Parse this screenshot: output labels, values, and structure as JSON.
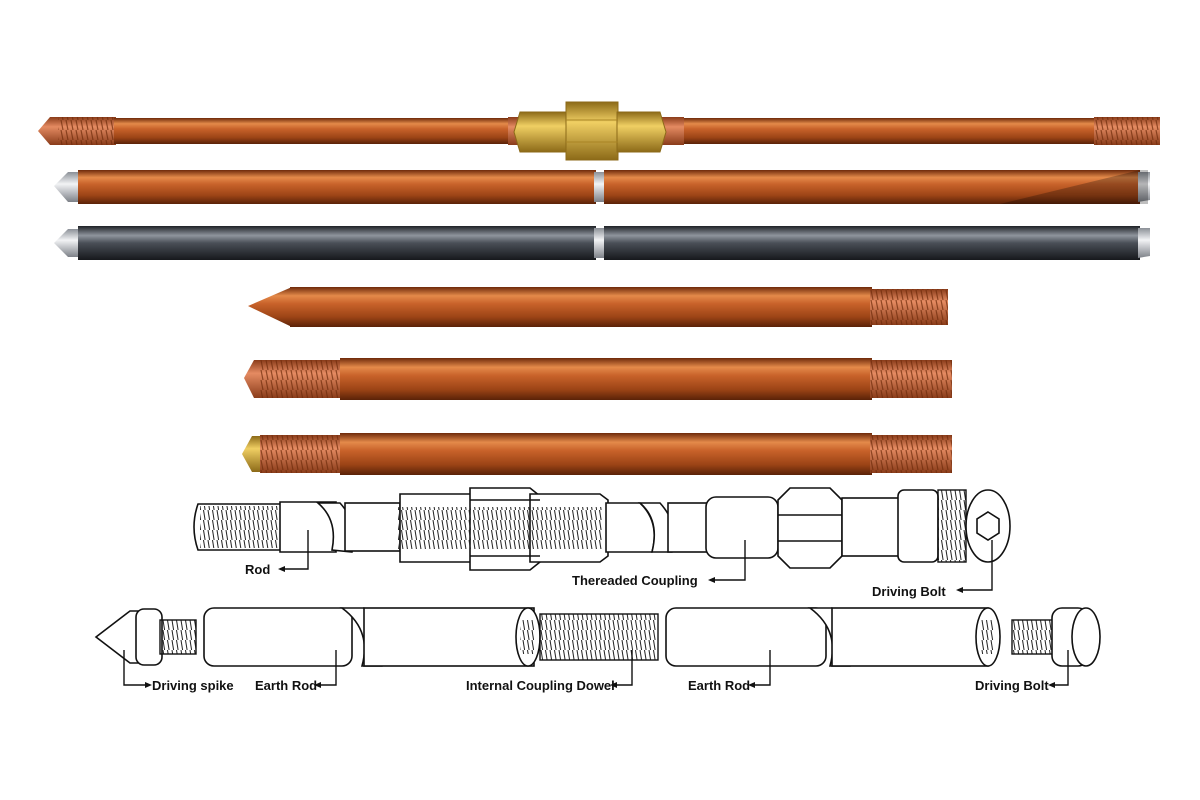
{
  "colors": {
    "copper": "#c8622a",
    "copper_dark": "#7a300e",
    "copper_light": "#ee9a5c",
    "thread_copper": "#d97a4e",
    "brass": "#d9ae3a",
    "steel": "#3c4149",
    "steel_light": "#9aa0a8",
    "outline": "#111111"
  },
  "product_rods": [
    {
      "id": "sectional-rod-with-brass-coupling",
      "finish": "copper",
      "coupling": "brass-threaded"
    },
    {
      "id": "copper-rod-with-steel-tip",
      "finish": "copper",
      "coupling": "joint"
    },
    {
      "id": "steel-rod-with-steel-tip",
      "finish": "steel",
      "coupling": "joint"
    },
    {
      "id": "pointed-rod-single-thread",
      "finish": "copper",
      "ends": "point-thread"
    },
    {
      "id": "double-threaded-pointed-rod",
      "finish": "copper",
      "ends": "thread-thread"
    },
    {
      "id": "double-threaded-rod",
      "finish": "copper",
      "ends": "thread-thread"
    }
  ],
  "diagram_top": {
    "labels": {
      "rod": "Rod",
      "coupling": "Thereaded Coupling",
      "bolt": "Driving Bolt"
    }
  },
  "diagram_bottom": {
    "labels": {
      "spike": "Driving spike",
      "rod_1": "Earth Rod",
      "dowel": "Internal Coupling Dowel",
      "rod_2": "Earth Rod",
      "bolt": "Driving Bolt"
    }
  }
}
